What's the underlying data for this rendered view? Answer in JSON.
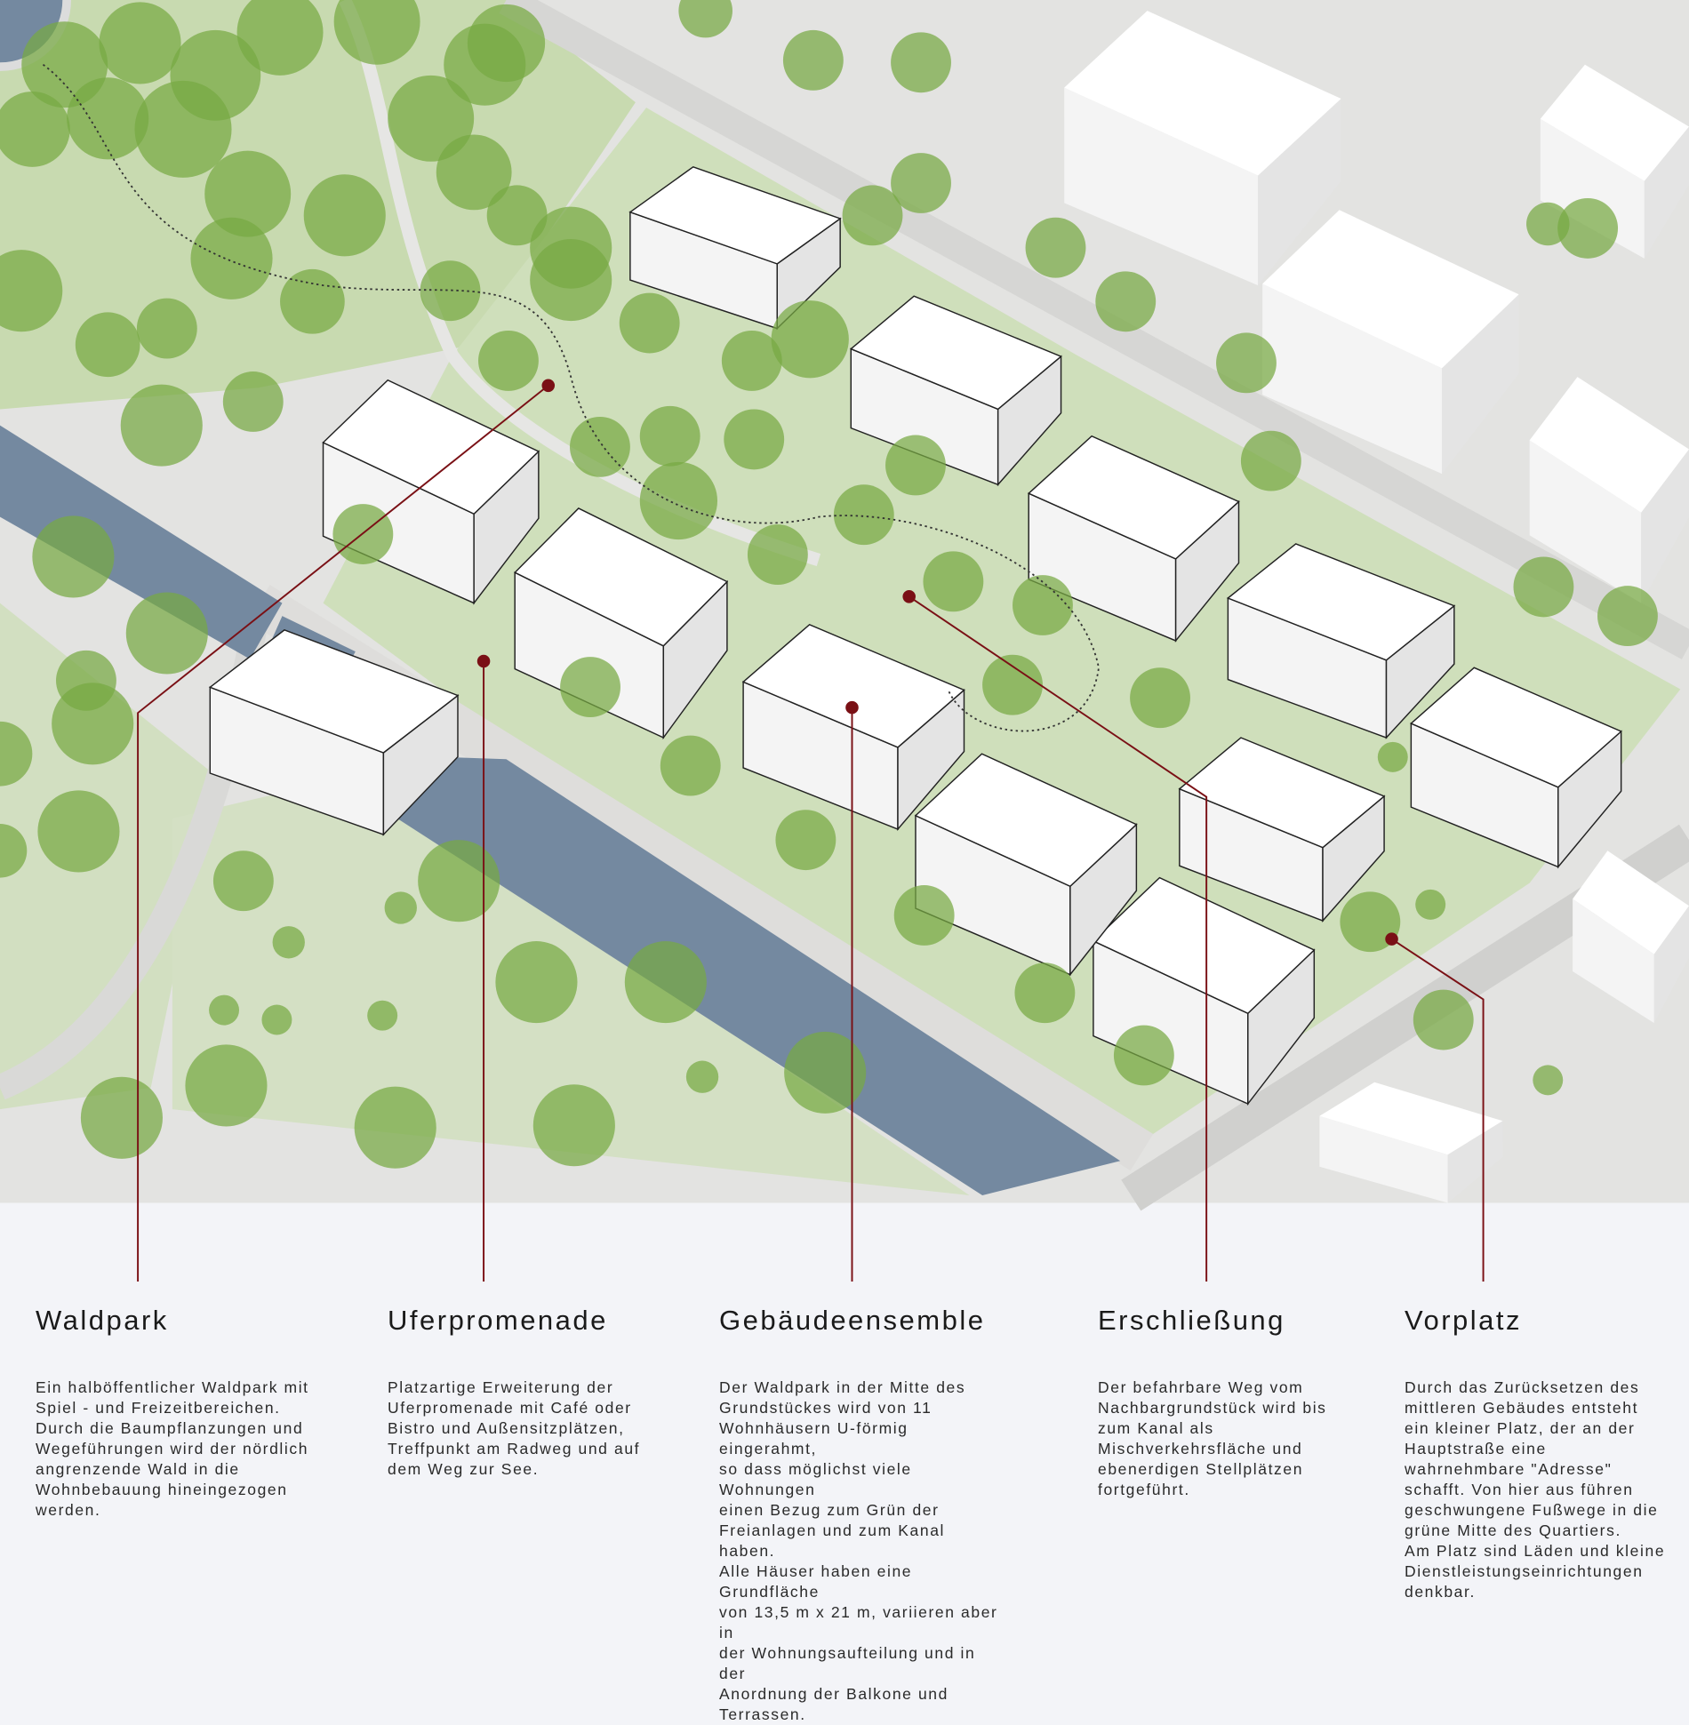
{
  "colors": {
    "leader_line": "#7a1015",
    "water": "#7489a0",
    "tree": "#77a943",
    "lawn": "#cddcb6",
    "background": "#f3f4f8"
  },
  "sections": [
    {
      "title": "Waldpark",
      "body": "Ein halböffentlicher Waldpark mit\nSpiel - und Freizeitbereichen.\nDurch die Baumpflanzungen und\nWegeführungen wird der nördlich\nangrenzende Wald in die\nWohnbebauung hineingezogen\nwerden."
    },
    {
      "title": "Uferpromenade",
      "body": "Platzartige Erweiterung der\nUferpromenade mit Café oder\nBistro und Außensitzplätzen,\nTreffpunkt am Radweg und auf\ndem Weg zur See."
    },
    {
      "title": "Gebäudeensemble",
      "body": "Der Waldpark in der Mitte des\nGrundstückes wird von 11\nWohnhäusern U-förmig eingerahmt,\nso dass möglichst viele Wohnungen\neinen Bezug zum Grün der\nFreianlagen und zum Kanal haben.\nAlle Häuser haben eine Grundfläche\nvon 13,5 m x 21 m, variieren aber in\nder Wohnungsaufteilung und in der\nAnordnung der Balkone und\nTerrassen."
    },
    {
      "title": "Erschließung",
      "body": "Der befahrbare Weg vom\nNachbargrundstück wird bis\nzum Kanal als\nMischverkehrsfläche und\nebenerdigen Stellplätzen\nfortgeführt."
    },
    {
      "title": "Vorplatz",
      "body": "Durch das Zurücksetzen des\nmittleren Gebäudes entsteht\nein kleiner Platz, der an der\nHauptstraße eine\nwahrnehmbare \"Adresse\"\nschafft. Von hier aus führen\ngeschwungene Fußwege in die\ngrüne Mitte des Quartiers.\nAm Platz sind Läden und kleine\nDienstleistungseinrichtungen\ndenkbar."
    }
  ]
}
